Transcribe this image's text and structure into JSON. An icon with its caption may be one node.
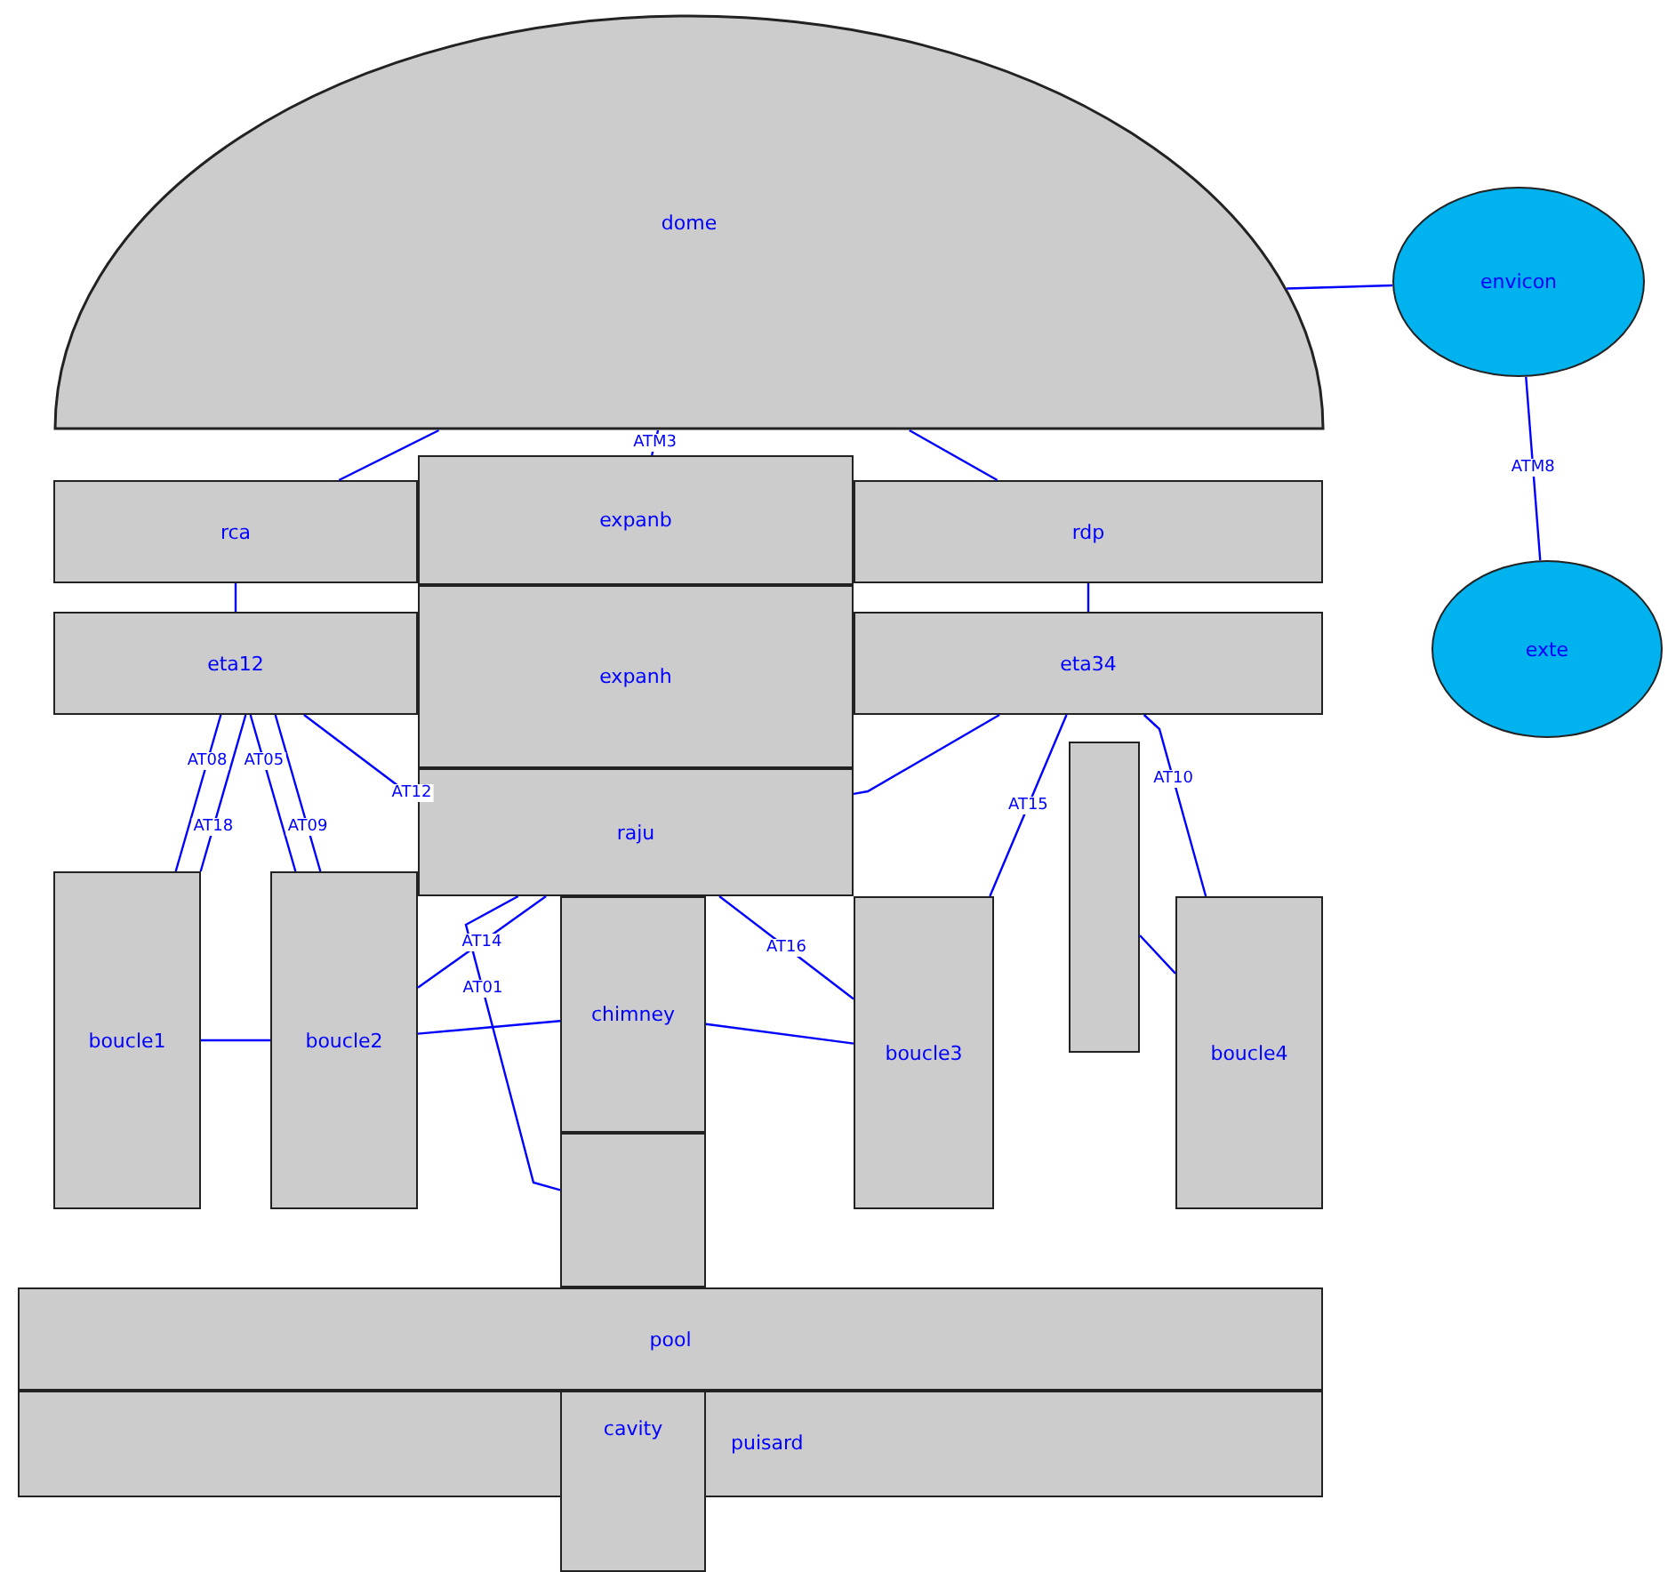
{
  "diagram": {
    "nodes": [
      {
        "text": [
          "dome"
        ]
      },
      {
        "text": [
          "envicon"
        ]
      },
      {
        "text": [
          "exte"
        ]
      },
      {
        "text": [
          "rca"
        ]
      },
      {
        "text": [
          "expanb"
        ]
      },
      {
        "text": [
          "rdp"
        ]
      },
      {
        "text": [
          "eta12"
        ]
      },
      {
        "text": [
          "expanh"
        ]
      },
      {
        "text": [
          "eta34"
        ]
      },
      {
        "text": [
          "raju"
        ]
      },
      {
        "text": [],
        "shape": "box"
      },
      {
        "text": [
          "boucle1"
        ]
      },
      {
        "text": [
          "boucle2"
        ]
      },
      {
        "text": [
          "chimney"
        ]
      },
      {
        "text": [
          "boucle3"
        ]
      },
      {
        "text": [
          "boucle4"
        ]
      },
      {
        "text": [],
        "shape": "box"
      },
      {
        "text": [
          "pool"
        ]
      },
      {
        "text": [
          "puisard"
        ]
      },
      {
        "text": [
          "cavity"
        ]
      }
    ],
    "edges": [
      {
        "from": 0,
        "to": 1,
        "arrow": "none"
      },
      {
        "from": 1,
        "to": 2,
        "arrow": "none",
        "label": "ATM8"
      },
      {
        "from": 0,
        "to": 3,
        "arrow": "none"
      },
      {
        "from": 0,
        "to": 4,
        "arrow": "none",
        "label": "ATM3"
      },
      {
        "from": 0,
        "to": 5,
        "arrow": "none"
      },
      {
        "from": 3,
        "to": 6,
        "arrow": "none"
      },
      {
        "from": 5,
        "to": 8,
        "arrow": "none"
      },
      {
        "from": 6,
        "to": 11,
        "arrow": "none",
        "label": "AT08"
      },
      {
        "from": 6,
        "to": 11,
        "arrow": "none",
        "label": "AT18"
      },
      {
        "from": 6,
        "to": 12,
        "arrow": "none",
        "label": "AT05"
      },
      {
        "from": 6,
        "to": 12,
        "arrow": "none",
        "label": "AT09"
      },
      {
        "from": 6,
        "to": 9,
        "arrow": "none",
        "label": "AT12"
      },
      {
        "from": 8,
        "to": 14,
        "arrow": "none",
        "label": "AT15"
      },
      {
        "from": 8,
        "to": 15,
        "arrow": "none",
        "label": "AT10"
      },
      {
        "from": 8,
        "to": 9,
        "arrow": "none"
      },
      {
        "from": 11,
        "to": 12,
        "arrow": "none"
      },
      {
        "from": 12,
        "to": 13,
        "arrow": "none"
      },
      {
        "from": 14,
        "to": 13,
        "arrow": "none"
      },
      {
        "from": 15,
        "to": 10,
        "arrow": "none"
      },
      {
        "from": 9,
        "to": 12,
        "arrow": "none",
        "label": "AT14"
      },
      {
        "from": 9,
        "to": 16,
        "arrow": "none",
        "label": "AT01"
      },
      {
        "from": 9,
        "to": 14,
        "arrow": "none",
        "label": "AT16"
      }
    ]
  }
}
